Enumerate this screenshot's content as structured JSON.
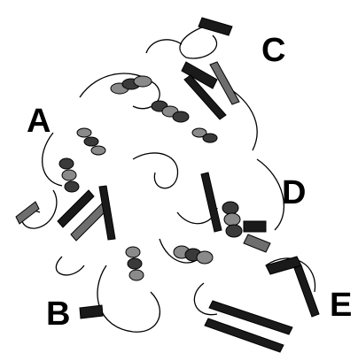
{
  "figure": {
    "description_free": true,
    "colors": {
      "background": "#ffffff",
      "outline": "#000000",
      "helix_shade": "#8a8a8a",
      "helix_dark": "#3a3a3a",
      "strand_dark": "#1a1a1a",
      "strand_mid": "#6e6e6e",
      "coil": "#ffffff"
    },
    "labels": [
      {
        "id": "A",
        "text": "A"
      },
      {
        "id": "B",
        "text": "B"
      },
      {
        "id": "C",
        "text": "C"
      },
      {
        "id": "D",
        "text": "D"
      },
      {
        "id": "E",
        "text": "E"
      }
    ]
  }
}
